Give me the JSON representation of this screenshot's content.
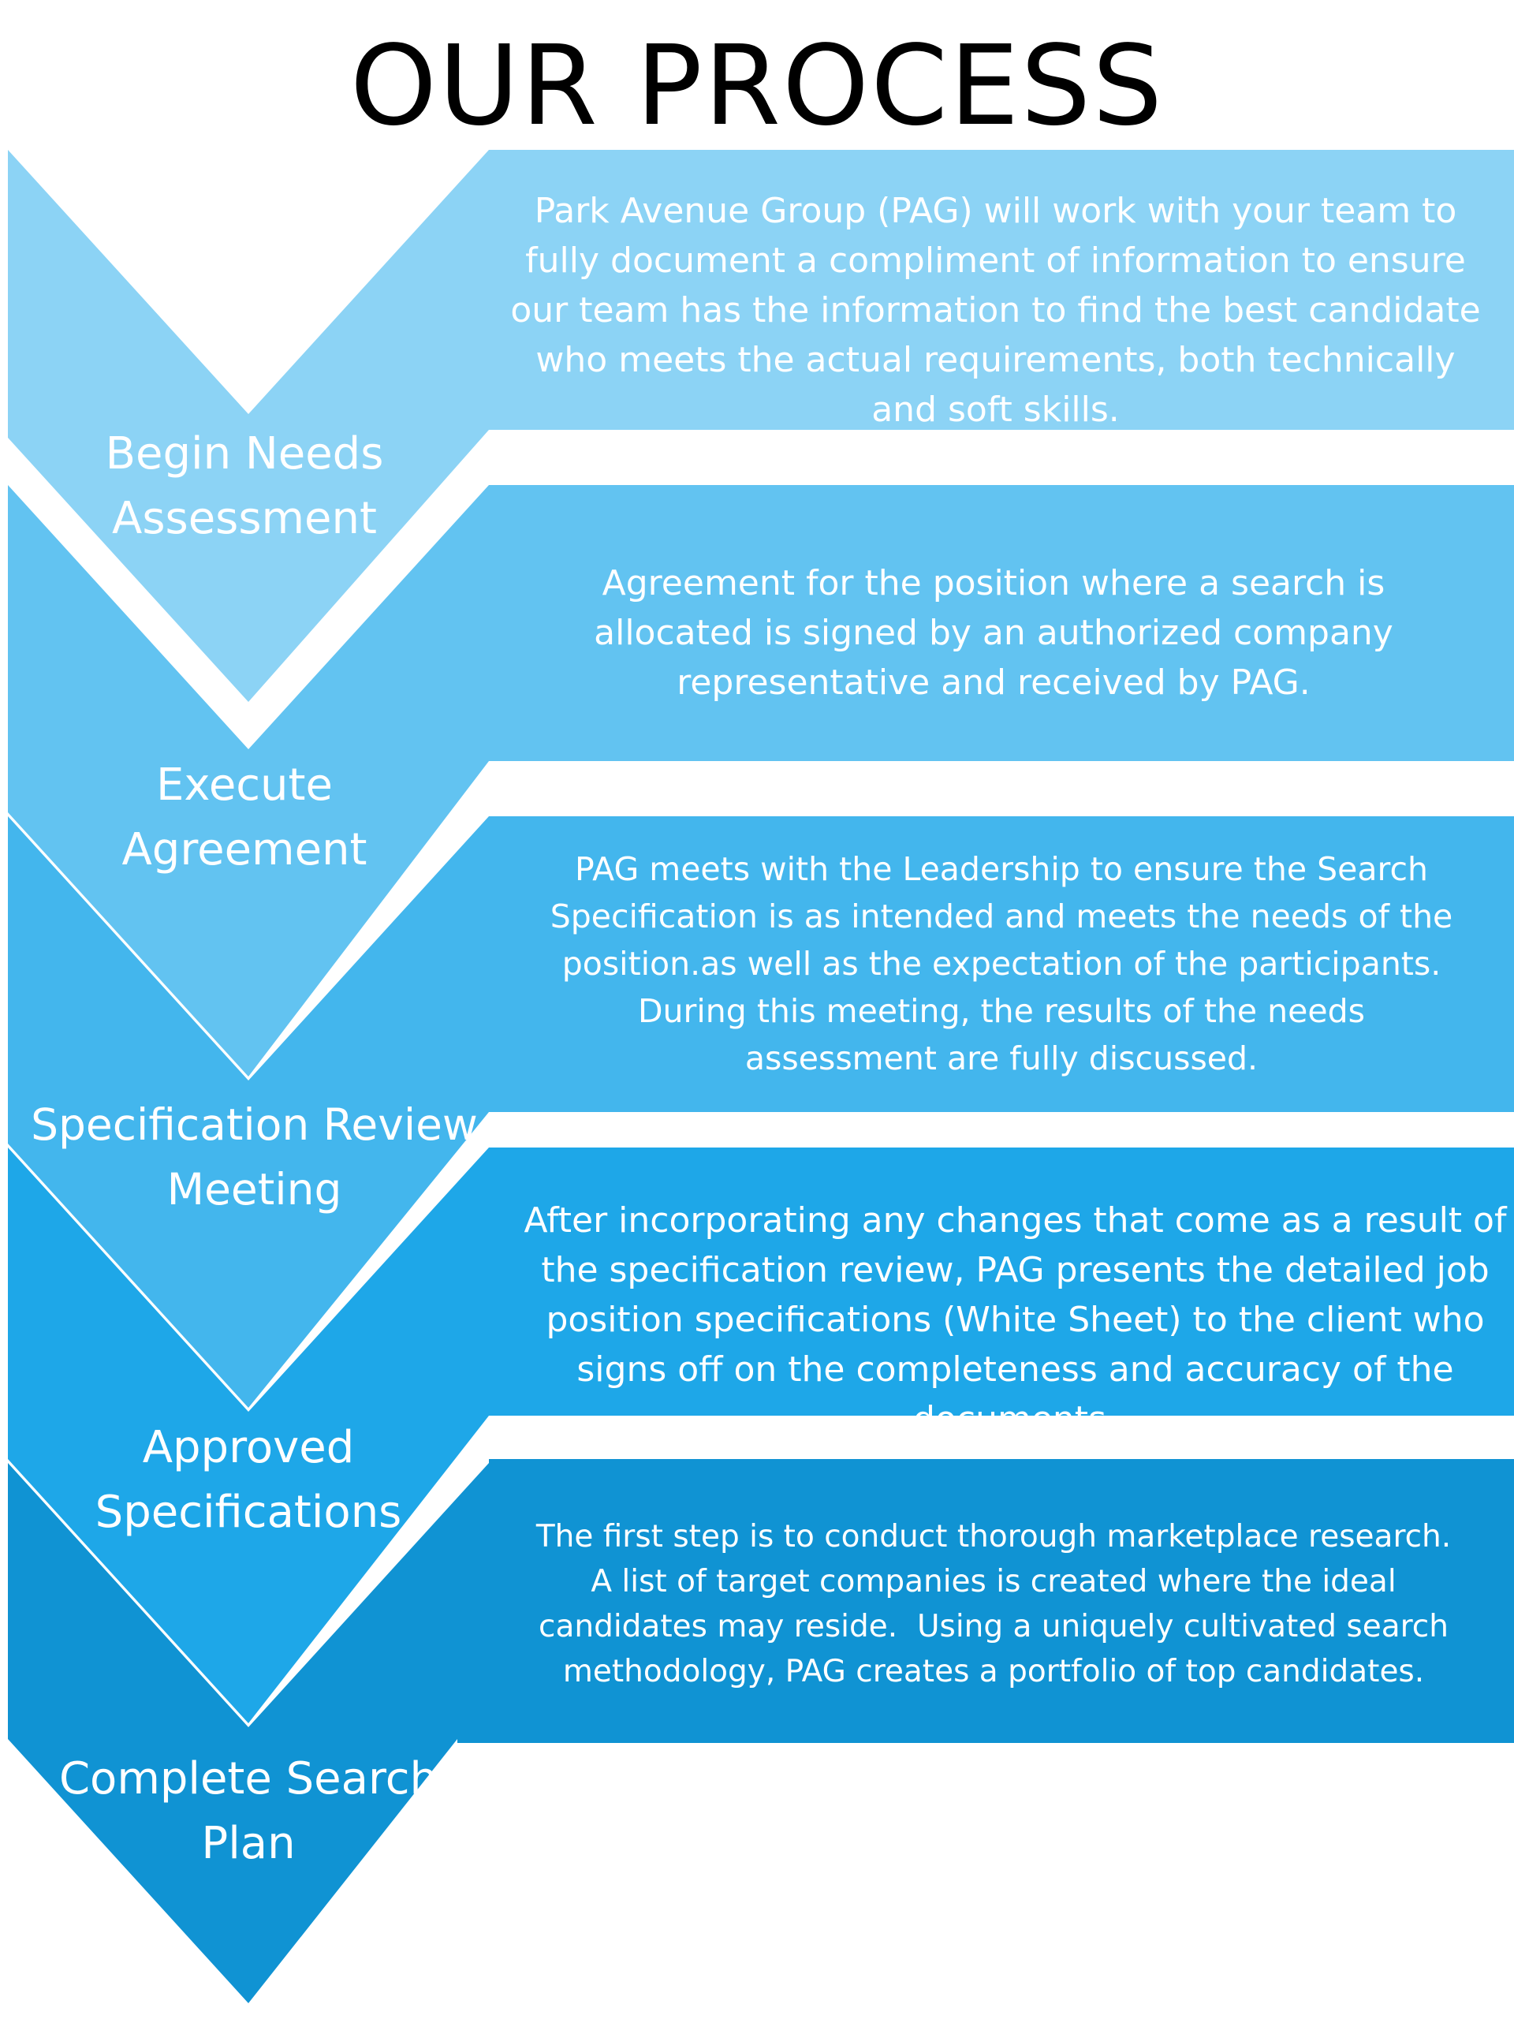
{
  "title": "OUR PROCESS",
  "colors": {
    "step1": "#8CD3F5",
    "step2": "#62C3F1",
    "step3": "#43B6ED",
    "step4": "#1EA7E8",
    "step5": "#1093D3",
    "text": "#FFFFFF",
    "background": "#FFFFFF"
  },
  "steps": [
    {
      "label_line1": "Begin Needs",
      "label_line2": "Assessment",
      "description": "Park Avenue Group (PAG) will work with your team to fully document a compliment of information to ensure our team has the information to find the best candidate who meets the actual requirements, both technically and soft skills."
    },
    {
      "label_line1": "Execute",
      "label_line2": "Agreement",
      "description": "Agreement for the position where a search is allocated is signed by an authorized company representative and received by PAG."
    },
    {
      "label_line1": "Specification Review",
      "label_line2": "Meeting",
      "description": "PAG meets with the Leadership to ensure the Search Specification is as intended and meets the needs of the position.as well as the expectation of the participants. During this meeting, the results of the needs assessment are fully discussed."
    },
    {
      "label_line1": "Approved",
      "label_line2": "Specifications",
      "description": "After incorporating any changes that come as a result of the specification review, PAG presents the detailed job position specifications (White Sheet) to the client who signs off on the completeness and accuracy of the documents."
    },
    {
      "label_line1": "Complete Search",
      "label_line2": "Plan",
      "description": "The first step is to conduct thorough marketplace research.      A list of target companies is created where the ideal candidates may reside.  Using a uniquely cultivated search methodology, PAG creates a portfolio of top candidates."
    }
  ]
}
